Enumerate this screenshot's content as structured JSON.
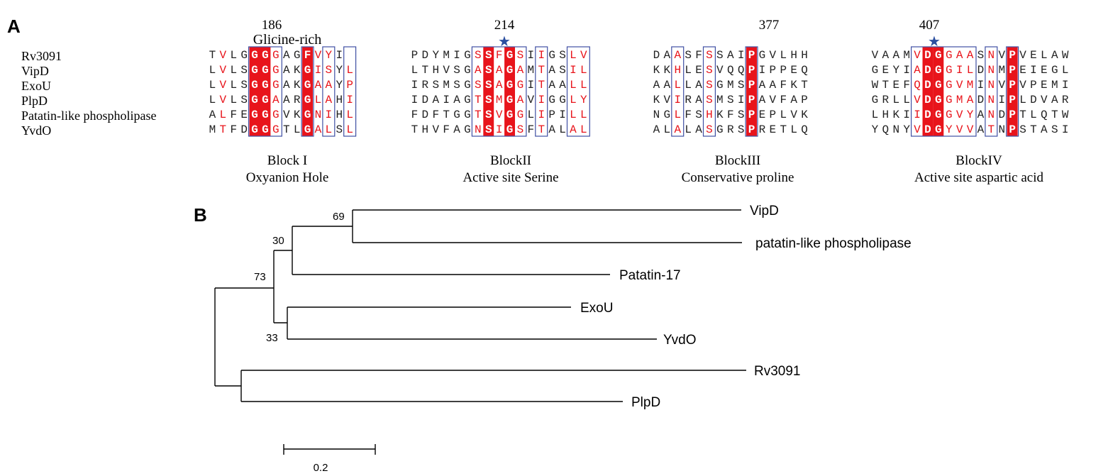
{
  "panelA": {
    "label": "A",
    "glycine_label": "Glicine-rich",
    "species": [
      "Rv3091",
      "VipD",
      "ExoU",
      "PlpD",
      "Patatin-like phospholipase",
      "YvdO"
    ],
    "blocks": [
      {
        "position": "186",
        "star": false,
        "caption1": "Block I",
        "caption2": "Oxyanion Hole",
        "rows": [
          "TVLGGGGAGFVYI",
          "LVLSGGGAKGISYL",
          "LVLSGGGAKGAAYP",
          "LVLSGGAARGLAHI",
          "ALFEGGGVKGNIHL",
          "MTFDGGGTLGALSL"
        ]
      },
      {
        "position": "214",
        "star": true,
        "caption1": "BlockII",
        "caption2": "Active site Serine",
        "rows": [
          "PDYMIGSSFGSIIGSLV",
          "LTHVSGASAGAMTASIL",
          "IRSMSGSSAGGITAALL",
          "IDAIAGTSMGAVIGGLY",
          "FDFTGGTSVGGLIPILL",
          "THVFAGNSIGSFTALAL"
        ]
      },
      {
        "position": "377",
        "star": false,
        "caption1": "BlockIII",
        "caption2": "Conservative  proline",
        "rows": [
          "DAASFSSAIPGVLHH",
          "KKHLESVQQPIPPEQ",
          "AALLASGMSPAAFKT",
          "KVIRASMSIPAVFAP",
          "NGLFSHKFSPEPLVK",
          "ALALASGRSPRETLQ"
        ]
      },
      {
        "position": "407",
        "star": true,
        "caption1": "BlockIV",
        "caption2": "Active site  aspartic acid",
        "rows": [
          "VAAMVDGGAASNVPVELAW",
          "GEYIADGGILDNMPEIEGL",
          "WTEFQDGGVMINVPVPEMI",
          "GRLLVDGGMADNIPLDVAR",
          "LHKIIDGGVYANDPTLQTW",
          "YQNYVDGYVVATNPSTASI"
        ]
      }
    ]
  },
  "panelB": {
    "label": "B",
    "scale_label": "0.2",
    "leaves": [
      "VipD",
      "patatin-like phospholipase",
      "Patatin-17",
      "ExoU",
      "YvdO",
      "Rv3091",
      "PlpD"
    ],
    "bootstrap": [
      "69",
      "30",
      "73",
      "33"
    ]
  },
  "colors": {
    "conserved_fill": "#e8141b",
    "similar_text": "#e8141b",
    "box_border": "#3f4fa3",
    "star": "#2b4fa0"
  }
}
